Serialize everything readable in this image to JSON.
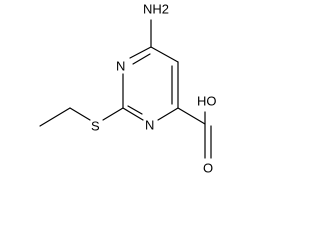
{
  "molecule": {
    "labels": {
      "amino": "NH2",
      "ring_n_top": "N",
      "ring_n_bottom": "N",
      "sulfur": "S",
      "hydroxyl": "HO",
      "carbonyl_o": "O"
    }
  }
}
